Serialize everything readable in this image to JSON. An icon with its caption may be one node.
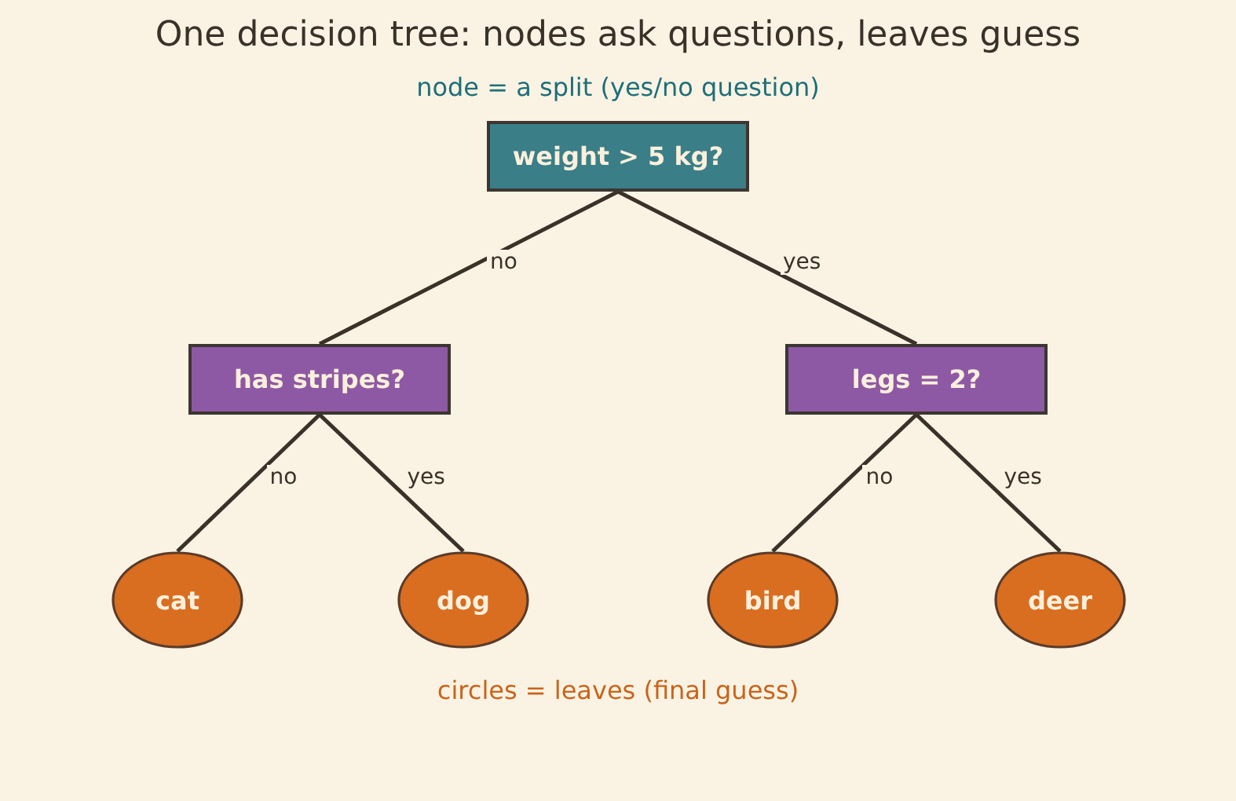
{
  "diagram": {
    "title": "One decision tree: nodes ask questions, leaves guess",
    "nodes": [
      {
        "text": [
          "weight > 5 kg?"
        ]
      },
      {
        "text": [
          "has stripes?"
        ]
      },
      {
        "text": [
          "legs = 2?"
        ]
      },
      {
        "text": [
          "cat"
        ]
      },
      {
        "text": [
          "dog"
        ]
      },
      {
        "text": [
          "bird"
        ]
      },
      {
        "text": [
          "deer"
        ]
      }
    ],
    "edges": [
      {
        "from": 0,
        "to": 1,
        "arrow": "none",
        "label": "no"
      },
      {
        "from": 0,
        "to": 2,
        "arrow": "none",
        "label": "yes"
      },
      {
        "from": 1,
        "to": 3,
        "arrow": "none",
        "label": "no"
      },
      {
        "from": 1,
        "to": 4,
        "arrow": "none",
        "label": "yes"
      },
      {
        "from": 2,
        "to": 5,
        "arrow": "none",
        "label": "no"
      },
      {
        "from": 2,
        "to": 6,
        "arrow": "none",
        "label": "yes"
      }
    ],
    "labels": [
      "node = a split (yes/no question)",
      "circles = leaves (final guess)"
    ]
  }
}
